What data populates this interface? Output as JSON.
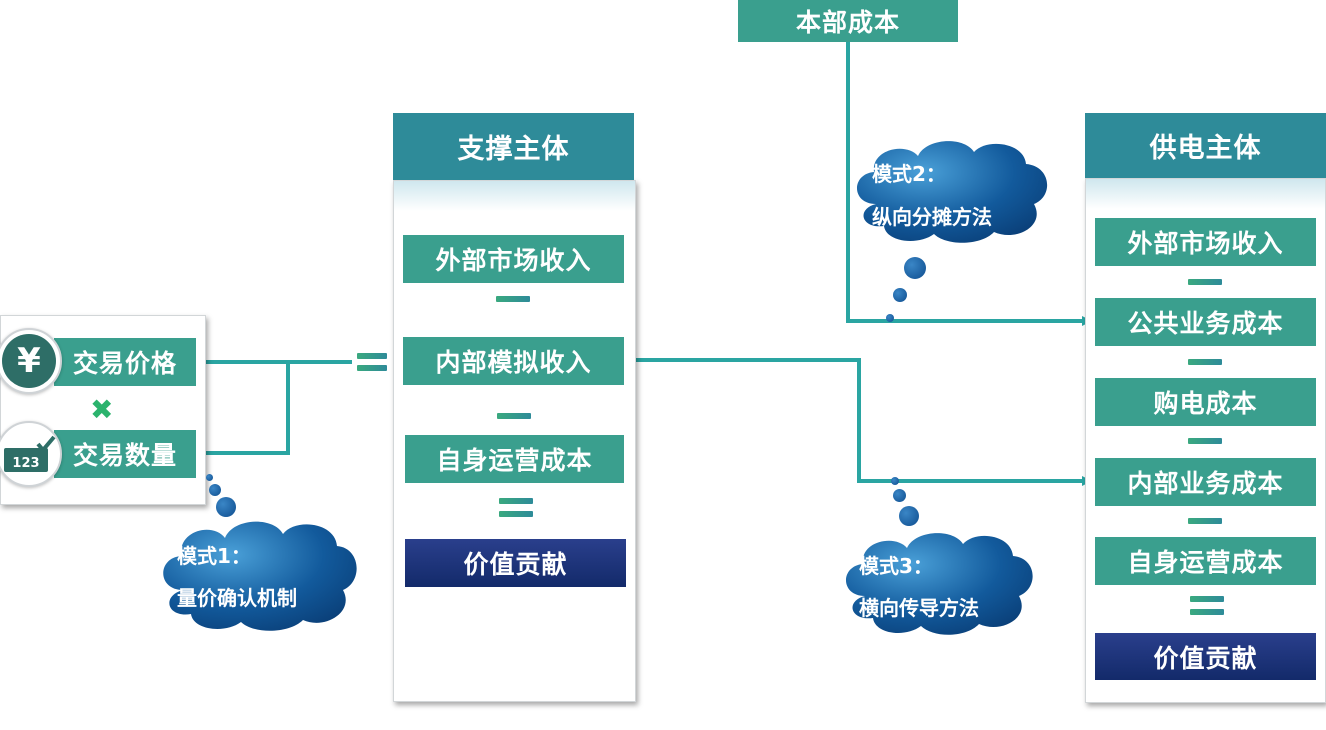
{
  "top_box": {
    "label": "本部成本"
  },
  "left_group": {
    "price_label": "交易价格",
    "quantity_label": "交易数量",
    "yen_icon": "¥",
    "multiply_icon": "✖",
    "counter_text": "123"
  },
  "support_entity": {
    "title": "支撑主体",
    "items": [
      "外部市场收入",
      "内部模拟收入",
      "自身运营成本",
      "价值贡献"
    ]
  },
  "supply_entity": {
    "title": "供电主体",
    "items": [
      "外部市场收入",
      "公共业务成本",
      "购电成本",
      "内部业务成本",
      "自身运营成本",
      "价值贡献"
    ]
  },
  "clouds": {
    "mode1": {
      "line1": "模式1：",
      "line2": "量价确认机制"
    },
    "mode2": {
      "line1": "模式2：",
      "line2": "纵向分摊方法"
    },
    "mode3": {
      "line1": "模式3：",
      "line2": "横向传导方法"
    }
  },
  "colors": {
    "teal": "#3a9f8e",
    "header": "#2e8b99",
    "navy": "#132a6a",
    "connector": "#2aa5a2",
    "cloud": "#0e4d8e"
  }
}
